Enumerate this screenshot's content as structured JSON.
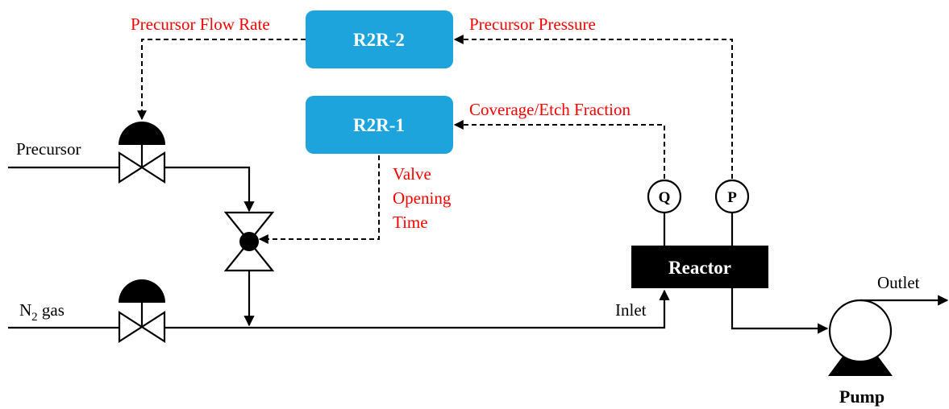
{
  "controllers": {
    "r2r2": {
      "label": "R2R-2"
    },
    "r2r1": {
      "label": "R2R-1"
    }
  },
  "signals": {
    "precursor_flow_rate": "Precursor Flow Rate",
    "precursor_pressure": "Precursor Pressure",
    "coverage_etch_fraction": "Coverage/Etch Fraction",
    "valve_opening_time": [
      "Valve",
      "Opening",
      "Time"
    ]
  },
  "streams": {
    "precursor": "Precursor",
    "n2_gas_main": "N",
    "n2_gas_sub": "2",
    "n2_gas_tail": " gas",
    "inlet": "Inlet",
    "outlet": "Outlet"
  },
  "sensors": {
    "q": "Q",
    "p": "P"
  },
  "equipment": {
    "reactor": "Reactor",
    "pump": "Pump"
  },
  "colors": {
    "controller_fill": "#1ea4dc",
    "signal_text": "#ff0000",
    "line": "#000000"
  }
}
